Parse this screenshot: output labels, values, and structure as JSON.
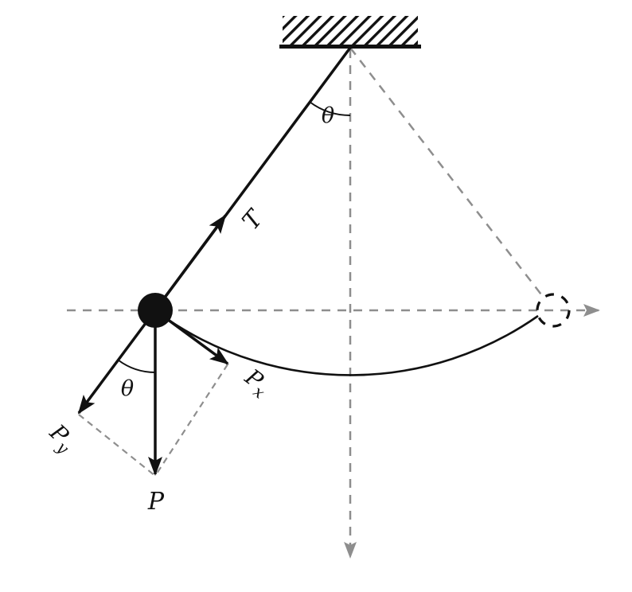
{
  "labels": {
    "theta_pivot": "θ",
    "theta_bob": "θ",
    "tension": "T",
    "weight": "P",
    "component_x_main": "P",
    "component_x_sub": "x",
    "component_y_main": "P",
    "component_y_sub": "y"
  },
  "colors": {
    "ink": "#111111",
    "guide": "#8e8e8e",
    "background": "#ffffff"
  }
}
